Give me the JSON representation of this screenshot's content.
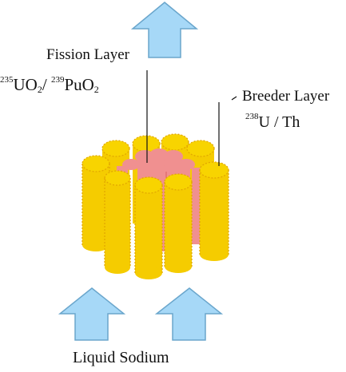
{
  "labels": {
    "fission_layer": "Fission Layer",
    "fuel_mass_a": "235",
    "fuel_formula_a": "UO",
    "fuel_sub_a": "2",
    "fuel_slash": "/",
    "fuel_mass_b": "239",
    "fuel_formula_b": "PuO",
    "fuel_sub_b": "2",
    "breeder_layer": "Breeder Layer",
    "breeder_mass": "238",
    "breeder_formula": "U / Th",
    "coolant": "Liquid Sodium"
  },
  "colors": {
    "arrow_fill": "#a6d8f7",
    "arrow_stroke": "#6aa6cc",
    "breeder_rod": "#f5cc00",
    "breeder_edge": "#e0a800",
    "fission_rod": "#f08a8a",
    "text": "#111111"
  },
  "icons": {
    "flow_arrow": "up-arrow-icon"
  }
}
